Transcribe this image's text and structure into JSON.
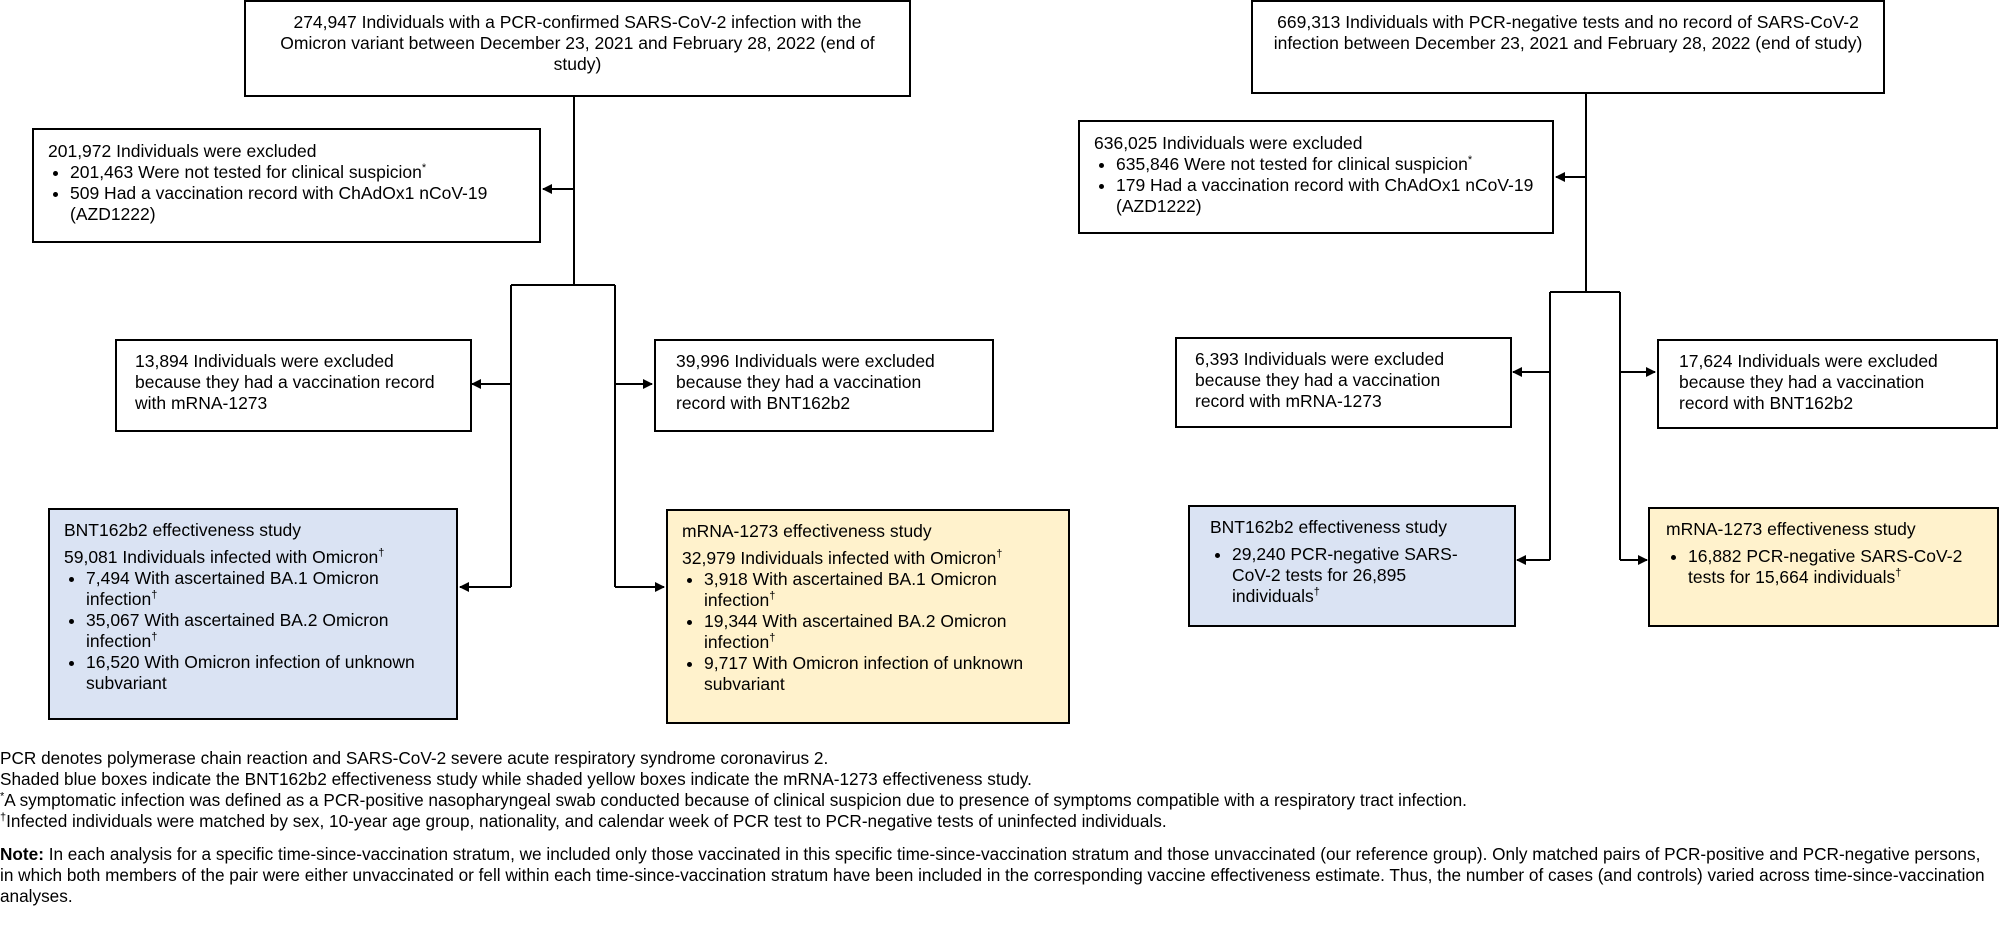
{
  "left": {
    "top": "274,947 Individuals with a PCR-confirmed SARS-CoV-2 infection with the Omicron variant between December 23, 2021 and February 28, 2022 (end of study)",
    "excluded1": {
      "head": "201,972 Individuals were excluded",
      "items": [
        {
          "text": "201,463 Were not tested for clinical suspicion",
          "sup": "*"
        },
        {
          "text": "509 Had a vaccination record with ChAdOx1 nCoV-19 (AZD1222)",
          "sup": ""
        }
      ]
    },
    "excl_mrna": "13,894 Individuals were excluded because they had a vaccination record with mRNA-1273",
    "excl_bnt": "39,996 Individuals were excluded because they had a vaccination record with BNT162b2",
    "bnt_study": {
      "title": "BNT162b2 effectiveness study",
      "subtitle": "59,081 Individuals infected with Omicron",
      "subtitle_sup": "†",
      "items": [
        {
          "text": "7,494 With ascertained BA.1 Omicron infection",
          "sup": "†"
        },
        {
          "text": "35,067 With ascertained BA.2 Omicron infection",
          "sup": "†"
        },
        {
          "text": "16,520 With Omicron infection of unknown subvariant",
          "sup": ""
        }
      ]
    },
    "mrna_study": {
      "title": "mRNA-1273 effectiveness study",
      "subtitle": "32,979 Individuals infected with Omicron",
      "subtitle_sup": "†",
      "items": [
        {
          "text": "3,918 With ascertained BA.1 Omicron infection",
          "sup": "†"
        },
        {
          "text": "19,344 With ascertained BA.2 Omicron infection",
          "sup": "†"
        },
        {
          "text": "9,717 With Omicron infection of unknown subvariant",
          "sup": ""
        }
      ]
    }
  },
  "right": {
    "top": "669,313 Individuals with PCR-negative tests and no record of SARS-CoV-2 infection between December 23, 2021 and February 28, 2022 (end of study)",
    "excluded1": {
      "head": "636,025 Individuals were excluded",
      "items": [
        {
          "text": "635,846 Were not tested for clinical suspicion",
          "sup": "*"
        },
        {
          "text": "179 Had a vaccination record with ChAdOx1 nCoV-19 (AZD1222)",
          "sup": ""
        }
      ]
    },
    "excl_mrna": "6,393 Individuals were excluded because they had a vaccination record with mRNA-1273",
    "excl_bnt": "17,624 Individuals were excluded because they had a vaccination record with BNT162b2",
    "bnt_study": {
      "title": "BNT162b2 effectiveness study",
      "item": "29,240 PCR-negative SARS-CoV-2 tests for 26,895 individuals",
      "item_sup": "†"
    },
    "mrna_study": {
      "title": "mRNA-1273 effectiveness study",
      "item": "16,882 PCR-negative SARS-CoV-2 tests for 15,664 individuals",
      "item_sup": "†"
    }
  },
  "footnotes": {
    "line1": "PCR denotes polymerase chain reaction and SARS-CoV-2 severe acute respiratory syndrome coronavirus 2.",
    "line2": "Shaded blue boxes indicate the BNT162b2 effectiveness study while shaded yellow boxes indicate the mRNA-1273 effectiveness study.",
    "line3_mark": "*",
    "line3": "A symptomatic infection was defined as a PCR-positive nasopharyngeal swab conducted because of clinical suspicion due to presence of symptoms compatible with a respiratory tract infection.",
    "line4_mark": "†",
    "line4": "Infected individuals were matched by sex, 10-year age group, nationality, and calendar week of PCR test to PCR-negative tests of uninfected individuals.",
    "note_label": "Note:",
    "note_text": " In each analysis for a specific time-since-vaccination stratum, we included only those vaccinated in this specific time-since-vaccination stratum and those unvaccinated (our reference group). Only matched pairs of PCR-positive and PCR-negative persons, in which both members of the pair were either unvaccinated or fell within each time-since-vaccination stratum have been included in the corresponding vaccine effectiveness estimate. Thus, the number of cases (and controls) varied across time-since-vaccination analyses."
  }
}
